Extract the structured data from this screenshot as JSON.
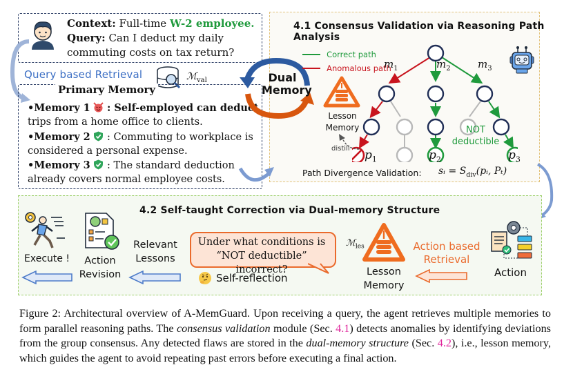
{
  "query_panel": {
    "context_label": "Context:",
    "context_text": "Full-time ",
    "context_highlight": "W-2 employee.",
    "query_label": "Query:",
    "query_text_line1": "Can I deduct my daily",
    "query_text_line2": "commuting costs on tax return?",
    "user_icon": "user-avatar-icon"
  },
  "retrieval": {
    "label": "Query based Retrieval",
    "memory_symbol": "ℳ",
    "memory_sub": "val",
    "db_icon": "database-search-icon"
  },
  "primary_memory": {
    "title": "Primary Memory",
    "items": [
      {
        "label": "•Memory 1",
        "status": "malicious",
        "icon": "devil-icon",
        "text_line1": ": Self-employed can deduct",
        "text_line2": "trips from a home office to clients."
      },
      {
        "label": "•Memory 2",
        "status": "safe",
        "icon": "shield-check-icon",
        "text_line1": ": Commuting to workplace is",
        "text_line2": "considered a personal expense."
      },
      {
        "label": "•Memory 3",
        "status": "safe",
        "icon": "shield-check-icon",
        "text_line1": ": The standard deduction",
        "text_line2": "already covers normal employee costs."
      }
    ]
  },
  "dual_memory": {
    "line1": "Dual",
    "line2": "Memory"
  },
  "consensus": {
    "title": "4.1 Consensus Validation via Reasoning Path Analysis",
    "legend": [
      {
        "label": "Correct path",
        "color": "#1f9a3c"
      },
      {
        "label": "Anomalous path",
        "color": "#c8141e"
      }
    ],
    "lesson_memory_line1": "Lesson",
    "lesson_memory_line2": "Memory",
    "distill_label": "distill",
    "branch_labels": [
      "m",
      "m",
      "m"
    ],
    "branch_subs": [
      "1",
      "2",
      "3"
    ],
    "path_labels": [
      "p",
      "p",
      "p"
    ],
    "path_subs": [
      "1",
      "2",
      "3"
    ],
    "verdict_line1": "NOT",
    "verdict_line2": "deductible",
    "formula_label": "Path Divergence Validation:",
    "formula": "sᵢ = S",
    "formula_sub": "div",
    "formula_tail": "(pᵢ, Pₜ)",
    "robot_icon": "robot-icon",
    "colors": {
      "node": "#1f2d55",
      "correct": "#1f9a3c",
      "anomalous": "#c8141e",
      "inactive": "#b8b8b8"
    }
  },
  "correction": {
    "title": "4.2 Self-taught Correction via Dual-memory Structure",
    "execute_label": "Execute !",
    "action_revision_line1": "Action",
    "action_revision_line2": "Revision",
    "relevant_lessons_line1": "Relevant",
    "relevant_lessons_line2": "Lessons",
    "bubble_line1": "Under what conditions is",
    "bubble_line2": "“NOT deductible” incorrect?",
    "self_reflection": "Self-reflection",
    "lesson_symbol": "ℳ",
    "lesson_sub": "les",
    "lesson_memory_line1": "Lesson",
    "lesson_memory_line2": "Memory",
    "action_retrieval_line1": "Action based",
    "action_retrieval_line2": "Retrieval",
    "action_label": "Action"
  },
  "caption": {
    "prefix": "Figure 2: Architectural overview of A-MemGuard. Upon receiving a query, the agent retrieves multiple memories to form parallel reasoning paths. The ",
    "italic1": "consensus validation",
    "mid1": " module (Sec. ",
    "ref1": "4.1",
    "mid2": ") detects anomalies by identifying deviations from the group consensus. Any detected flaws are stored in the ",
    "italic2": "dual-memory structure",
    "mid3": " (Sec. ",
    "ref2": "4.2",
    "suffix": "), i.e., lesson memory, which guides the agent to avoid repeating past errors before executing a final action."
  }
}
